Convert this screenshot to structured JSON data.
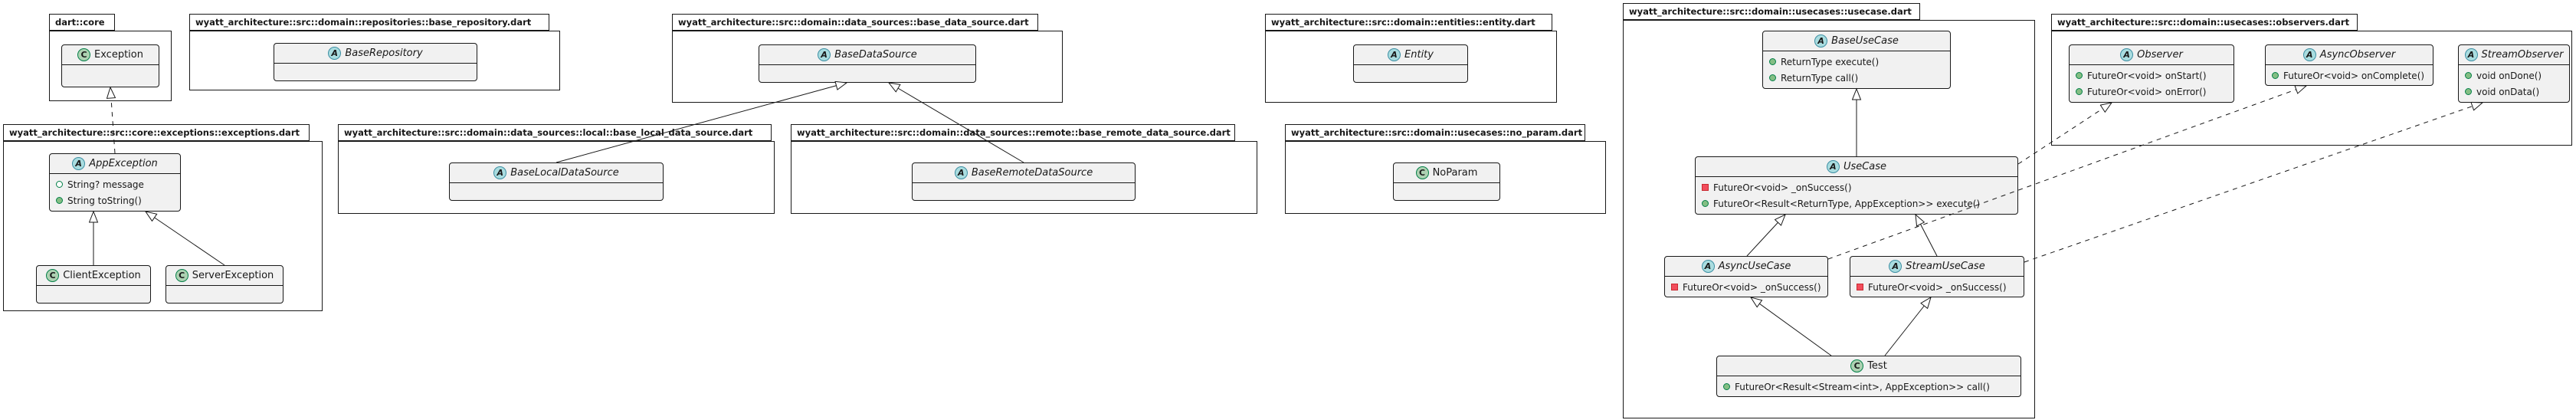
{
  "colors": {
    "border": "#181818",
    "class_fill": "#F1F1F1",
    "abstract_badge": "#A9DCDF",
    "concrete_badge": "#ADD1B2",
    "public_icon": "#84BE84",
    "private_icon": "#F24D5C"
  },
  "packages": [
    {
      "title": "dart::core",
      "classes": [
        {
          "badge": "C",
          "name": "Exception",
          "members": []
        }
      ]
    },
    {
      "title": "wyatt_architecture::src::domain::repositories::base_repository.dart",
      "classes": [
        {
          "badge": "A",
          "name": "BaseRepository",
          "members": []
        }
      ]
    },
    {
      "title": "wyatt_architecture::src::domain::data_sources::base_data_source.dart",
      "classes": [
        {
          "badge": "A",
          "name": "BaseDataSource",
          "members": []
        }
      ]
    },
    {
      "title": "wyatt_architecture::src::domain::entities::entity.dart",
      "classes": [
        {
          "badge": "A",
          "name": "Entity",
          "members": []
        }
      ]
    },
    {
      "title": "wyatt_architecture::src::core::exceptions::exceptions.dart",
      "classes": [
        {
          "badge": "A",
          "name": "AppException",
          "members": [
            {
              "visibility": "field",
              "text": "String? message"
            },
            {
              "visibility": "public",
              "text": "String toString()"
            }
          ]
        },
        {
          "badge": "C",
          "name": "ClientException",
          "members": []
        },
        {
          "badge": "C",
          "name": "ServerException",
          "members": []
        }
      ]
    },
    {
      "title": "wyatt_architecture::src::domain::data_sources::local::base_local_data_source.dart",
      "classes": [
        {
          "badge": "A",
          "name": "BaseLocalDataSource",
          "members": []
        }
      ]
    },
    {
      "title": "wyatt_architecture::src::domain::data_sources::remote::base_remote_data_source.dart",
      "classes": [
        {
          "badge": "A",
          "name": "BaseRemoteDataSource",
          "members": []
        }
      ]
    },
    {
      "title": "wyatt_architecture::src::domain::usecases::no_param.dart",
      "classes": [
        {
          "badge": "C",
          "name": "NoParam",
          "members": []
        }
      ]
    },
    {
      "title": "wyatt_architecture::src::domain::usecases::usecase.dart",
      "classes": [
        {
          "badge": "A",
          "name": "BaseUseCase",
          "members": [
            {
              "visibility": "public",
              "text": "ReturnType execute()"
            },
            {
              "visibility": "public",
              "text": "ReturnType call()"
            }
          ]
        },
        {
          "badge": "A",
          "name": "UseCase",
          "members": [
            {
              "visibility": "private",
              "text": "FutureOr<void> _onSuccess()"
            },
            {
              "visibility": "public",
              "text": "FutureOr<Result<ReturnType, AppException>> execute()"
            }
          ]
        },
        {
          "badge": "A",
          "name": "AsyncUseCase",
          "members": [
            {
              "visibility": "private",
              "text": "FutureOr<void> _onSuccess()"
            }
          ]
        },
        {
          "badge": "A",
          "name": "StreamUseCase",
          "members": [
            {
              "visibility": "private",
              "text": "FutureOr<void> _onSuccess()"
            }
          ]
        },
        {
          "badge": "C",
          "name": "Test",
          "members": [
            {
              "visibility": "public",
              "text": "FutureOr<Result<Stream<int>, AppException>> call()"
            }
          ]
        }
      ]
    },
    {
      "title": "wyatt_architecture::src::domain::usecases::observers.dart",
      "classes": [
        {
          "badge": "A",
          "name": "Observer",
          "members": [
            {
              "visibility": "public",
              "text": "FutureOr<void> onStart()"
            },
            {
              "visibility": "public",
              "text": "FutureOr<void> onError()"
            }
          ]
        },
        {
          "badge": "A",
          "name": "AsyncObserver",
          "members": [
            {
              "visibility": "public",
              "text": "FutureOr<void> onComplete()"
            }
          ]
        },
        {
          "badge": "A",
          "name": "StreamObserver",
          "members": [
            {
              "visibility": "public",
              "text": "void onDone()"
            },
            {
              "visibility": "public",
              "text": "void onData()"
            }
          ]
        }
      ]
    }
  ],
  "relations": [
    {
      "from": "ClientException",
      "to": "AppException",
      "type": "extends"
    },
    {
      "from": "ServerException",
      "to": "AppException",
      "type": "extends"
    },
    {
      "from": "AppException",
      "to": "Exception",
      "type": "implements"
    },
    {
      "from": "BaseLocalDataSource",
      "to": "BaseDataSource",
      "type": "extends"
    },
    {
      "from": "BaseRemoteDataSource",
      "to": "BaseDataSource",
      "type": "extends"
    },
    {
      "from": "UseCase",
      "to": "BaseUseCase",
      "type": "extends"
    },
    {
      "from": "AsyncUseCase",
      "to": "UseCase",
      "type": "extends"
    },
    {
      "from": "StreamUseCase",
      "to": "UseCase",
      "type": "extends"
    },
    {
      "from": "Test",
      "to": "AsyncUseCase",
      "type": "extends"
    },
    {
      "from": "Test",
      "to": "StreamUseCase",
      "type": "extends"
    },
    {
      "from": "UseCase",
      "to": "Observer",
      "type": "implements"
    },
    {
      "from": "AsyncUseCase",
      "to": "AsyncObserver",
      "type": "implements"
    },
    {
      "from": "StreamUseCase",
      "to": "StreamObserver",
      "type": "implements"
    }
  ]
}
